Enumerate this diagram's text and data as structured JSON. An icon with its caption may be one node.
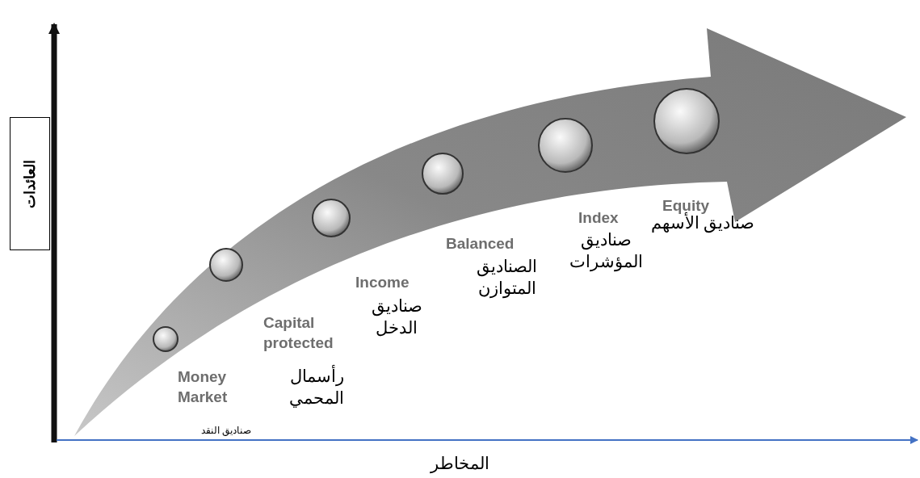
{
  "diagram": {
    "nodes": [
      {
        "text": [
          "العائدات"
        ]
      }
    ],
    "labels": [
      "Equity",
      "صناديق الأسهم",
      "Index",
      "صناديق المؤشرات",
      "Balanced",
      "الصناديق المتوازن",
      "Income",
      "صناديق الدخل",
      "Capital protected",
      "رأسمال المحمي",
      "Money Market",
      "صناديق النقد",
      "المخاطر"
    ]
  }
}
